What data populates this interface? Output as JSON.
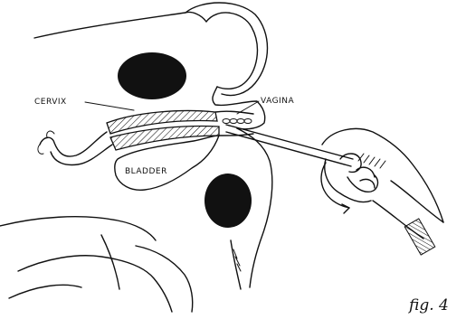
{
  "labels": {
    "cervix": "CERVIX",
    "vagina": "VAGINA",
    "bladder": "BLADDER"
  },
  "caption": "fig. 4",
  "colors": {
    "ink": "#111111",
    "paper": "#ffffff"
  }
}
